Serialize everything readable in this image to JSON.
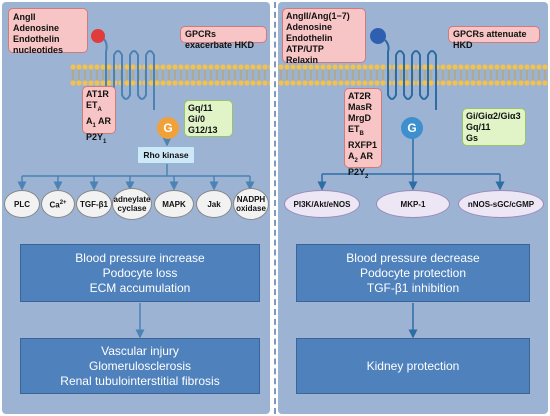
{
  "left": {
    "ligands": [
      "AngII",
      "Adenosine",
      "Endothelin",
      "nucleotides"
    ],
    "title": "GPCRs exacerbate HKD",
    "receptors": [
      "AT1R",
      "ET_A",
      "A_1 AR",
      "P2Y_1"
    ],
    "g_proteins": [
      "Gq/11",
      "Gi/0",
      "G12/13"
    ],
    "g_label": "G",
    "rho_kinase": "Rho kinase",
    "effectors": [
      "PLC",
      "Ca2+",
      "TGF-β1",
      "adneylate cyclase",
      "MAPK",
      "Jak",
      "NADPH oxidase"
    ],
    "outcome1": [
      "Blood pressure increase",
      "Podocyte loss",
      "ECM accumulation"
    ],
    "outcome2": [
      "Vascular injury",
      "Glomerulosclerosis",
      "Renal tubulointerstitial fibrosis"
    ],
    "colors": {
      "receptor_ball": "#e23b3b",
      "g_circle": "#f0a13a"
    }
  },
  "right": {
    "ligands": [
      "AngII/Ang(1−7)",
      "Adenosine",
      "Endothelin",
      "ATP/UTP",
      "Relaxin"
    ],
    "title": "GPCRs attenuate HKD",
    "receptors": [
      "AT2R",
      "MasR",
      "MrgD",
      "ET_B",
      "RXFP1",
      "A_2 AR",
      "P2Y_2"
    ],
    "g_proteins": [
      "Gi/Giα2/Giα3",
      "Gq/11",
      "Gs"
    ],
    "g_label": "G",
    "effectors": [
      "PI3K/Akt/eNOS",
      "MKP-1",
      "nNOS-sGC/cGMP"
    ],
    "outcome1": [
      "Blood pressure decrease",
      "Podocyte protection",
      "TGF-β1 inhibition"
    ],
    "outcome2": [
      "Kidney protection"
    ],
    "colors": {
      "receptor_ball": "#2f5fb0",
      "g_circle": "#3d8fd0"
    }
  }
}
